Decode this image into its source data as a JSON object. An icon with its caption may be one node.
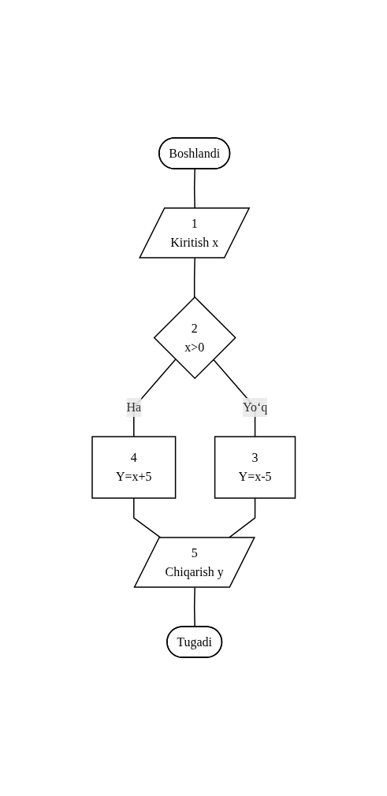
{
  "diagram": {
    "nodes": [
      {
        "text": [
          "Boshlandi"
        ]
      },
      {
        "text": [
          "1",
          "Kiritish x"
        ]
      },
      {
        "text": [
          "2",
          "x>0"
        ]
      },
      {
        "text": [
          "3",
          "Y=x-5"
        ]
      },
      {
        "text": [
          "4",
          "Y=x+5"
        ]
      },
      {
        "text": [
          "5",
          "Chiqarish y"
        ]
      },
      {
        "text": [
          "Tugadi"
        ]
      }
    ],
    "edges": [
      {
        "from": 0,
        "to": 1,
        "arrow": "none"
      },
      {
        "from": 1,
        "to": 2,
        "arrow": "none"
      },
      {
        "from": 2,
        "to": 3,
        "arrow": "none",
        "label": "Yo‘q"
      },
      {
        "from": 2,
        "to": 4,
        "arrow": "none",
        "label": "Ha"
      },
      {
        "from": 4,
        "to": 5,
        "arrow": "none"
      },
      {
        "from": 3,
        "to": 5,
        "arrow": "none"
      },
      {
        "from": 5,
        "to": 6,
        "arrow": "none"
      }
    ]
  }
}
